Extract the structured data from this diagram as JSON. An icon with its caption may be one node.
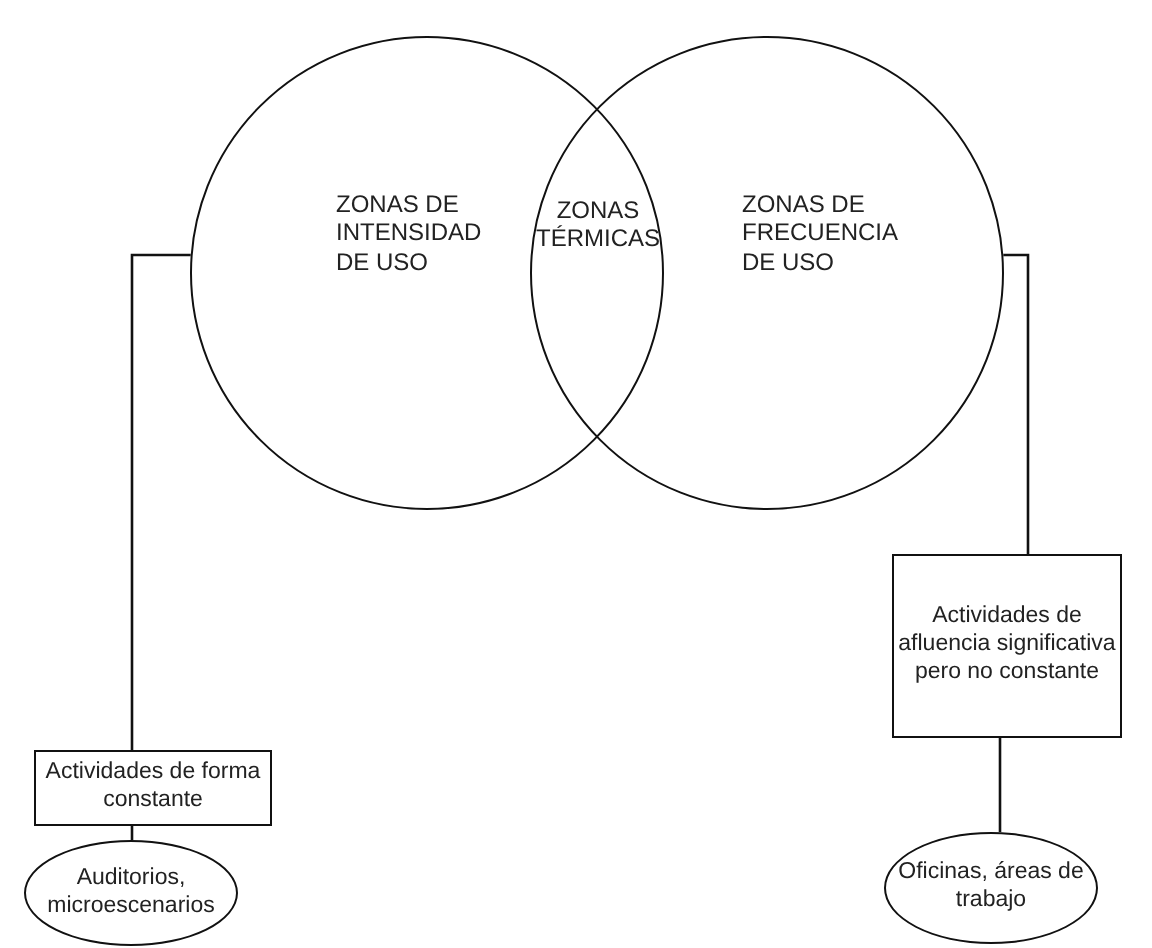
{
  "diagram": {
    "nodes": [
      {
        "text": [
          "ZONAS DE INTENSIDAD DE USO"
        ]
      },
      {
        "text": [
          "ZONAS TÉRMICAS"
        ]
      },
      {
        "text": [
          "ZONAS DE FRECUENCIA DE USO"
        ]
      },
      {
        "text": [
          "Actividades de forma constante"
        ]
      },
      {
        "text": [
          "Auditorios, microescenarios"
        ]
      },
      {
        "text": [
          "Actividades de afluencia significativa pero no constante"
        ]
      },
      {
        "text": [
          "Oficinas, áreas de trabajo"
        ]
      }
    ],
    "edges": [
      {
        "from": 0,
        "to": 3,
        "arrow": "none"
      },
      {
        "from": 3,
        "to": 4,
        "arrow": "none"
      },
      {
        "from": 2,
        "to": 5,
        "arrow": "none"
      },
      {
        "from": 5,
        "to": 6,
        "arrow": "none"
      }
    ]
  }
}
